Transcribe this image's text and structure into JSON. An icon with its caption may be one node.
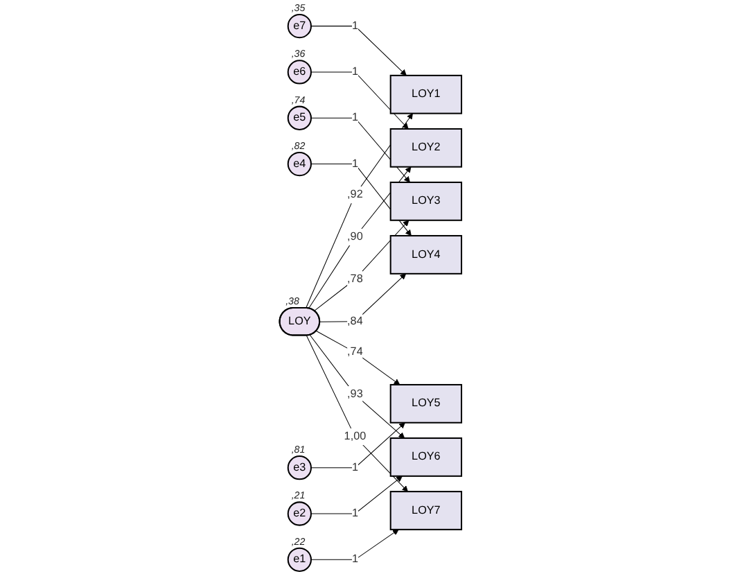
{
  "diagram": {
    "nodes": [
      {
        "text": [
          "e7"
        ],
        "beside": [
          ",35"
        ]
      },
      {
        "text": [
          "LOY1"
        ]
      },
      {
        "text": [
          "e6"
        ],
        "beside": [
          ",36"
        ]
      },
      {
        "text": [
          "LOY2"
        ]
      },
      {
        "text": [
          "e5"
        ],
        "beside": [
          ",74"
        ]
      },
      {
        "text": [
          "LOY3"
        ]
      },
      {
        "text": [
          "e4"
        ],
        "beside": [
          ",82"
        ]
      },
      {
        "text": [
          "LOY4"
        ]
      },
      {
        "text": [
          "e3"
        ],
        "beside": [
          ",81"
        ]
      },
      {
        "text": [
          "LOY5"
        ]
      },
      {
        "text": [
          "e2"
        ],
        "beside": [
          ",21"
        ]
      },
      {
        "text": [
          "LOY6"
        ]
      },
      {
        "text": [
          "e1"
        ],
        "beside": [
          ",22"
        ]
      },
      {
        "text": [
          "LOY7"
        ]
      },
      {
        "text": [
          "LOY"
        ],
        "beside": [
          ",38"
        ]
      }
    ],
    "edges": [
      {
        "from": 0,
        "to": 1,
        "arrow": "to",
        "label": "1"
      },
      {
        "from": 2,
        "to": 3,
        "arrow": "to",
        "label": "1"
      },
      {
        "from": 4,
        "to": 5,
        "arrow": "to",
        "label": "1"
      },
      {
        "from": 6,
        "to": 7,
        "arrow": "to",
        "label": "1"
      },
      {
        "from": 8,
        "to": 9,
        "arrow": "to",
        "label": "1"
      },
      {
        "from": 10,
        "to": 11,
        "arrow": "to",
        "label": "1"
      },
      {
        "from": 12,
        "to": 13,
        "arrow": "to",
        "label": "1"
      },
      {
        "from": 14,
        "to": 1,
        "arrow": "to",
        "label": ",92"
      },
      {
        "from": 14,
        "to": 3,
        "arrow": "to",
        "label": ",90"
      },
      {
        "from": 14,
        "to": 5,
        "arrow": "to",
        "label": ",78"
      },
      {
        "from": 14,
        "to": 7,
        "arrow": "to",
        "label": ",84"
      },
      {
        "from": 14,
        "to": 9,
        "arrow": "to",
        "label": ",74"
      },
      {
        "from": 14,
        "to": 11,
        "arrow": "to",
        "label": ",93"
      },
      {
        "from": 14,
        "to": 13,
        "arrow": "to",
        "label": "1,00"
      }
    ]
  }
}
